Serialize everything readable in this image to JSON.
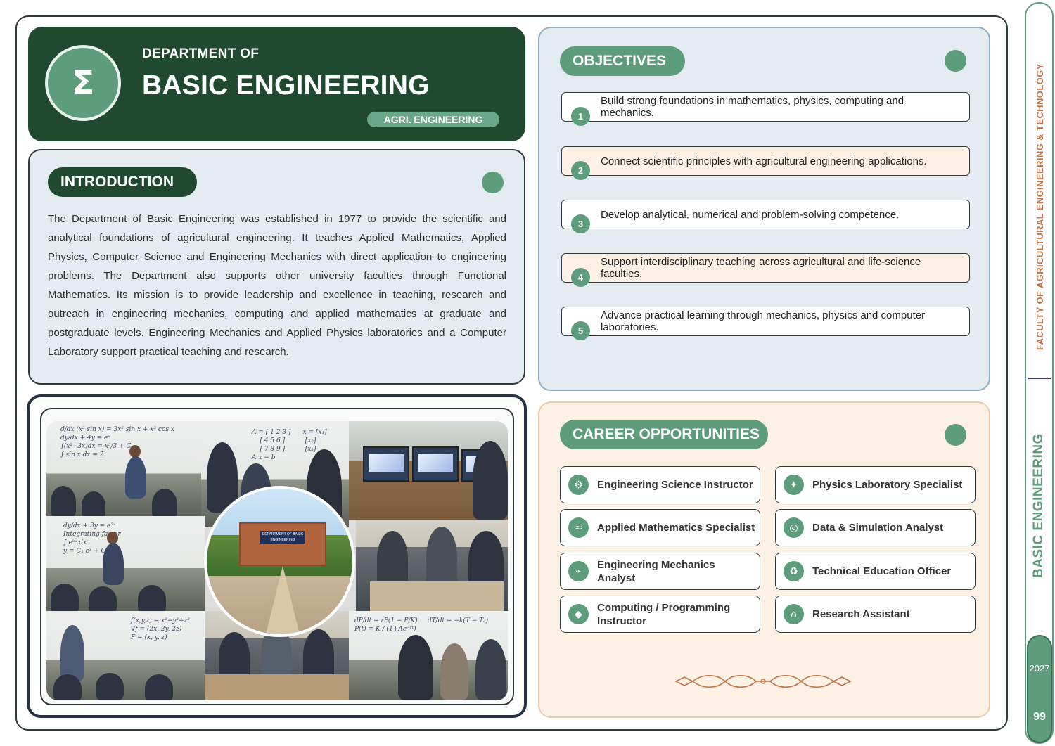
{
  "header": {
    "logo_symbol": "Σ",
    "dept_of": "DEPARTMENT OF",
    "dept_name": "BASIC ENGINEERING",
    "tag": "AGRI. ENGINEERING"
  },
  "introduction": {
    "title": "INTRODUCTION",
    "text": "The Department of Basic Engineering was established in 1977 to provide the scientific and analytical foundations of agricultural engineering. It teaches Applied Mathematics, Applied Physics, Computer Science and Engineering Mechanics with direct application to engineering problems. The Department also supports other university faculties through Functional Mathematics. Its mission is to provide leadership and excellence in teaching, research and outreach in engineering mechanics, computing and applied mathematics at graduate and postgraduate levels. Engineering Mechanics and Applied Physics laboratories and a Computer Laboratory support practical teaching and research."
  },
  "photo": {
    "building_sign": "DEPARTMENT OF BASIC ENGINEERING"
  },
  "objectives": {
    "title": "OBJECTIVES",
    "items": [
      {
        "num": "1",
        "text": "Build strong foundations in mathematics, physics, computing and mechanics."
      },
      {
        "num": "2",
        "text": "Connect scientific principles with agricultural engineering applications."
      },
      {
        "num": "3",
        "text": "Develop analytical, numerical and problem-solving competence."
      },
      {
        "num": "4",
        "text": "Support interdisciplinary teaching across agricultural and life-science faculties."
      },
      {
        "num": "5",
        "text": "Advance practical learning through mechanics, physics and computer laboratories."
      }
    ]
  },
  "careers": {
    "title": "CAREER OPPORTUNITIES",
    "items": [
      {
        "label": "Engineering Science Instructor",
        "icon": "gear-icon",
        "glyph": "⚙"
      },
      {
        "label": "Physics Laboratory Specialist",
        "icon": "atom-icon",
        "glyph": "✦"
      },
      {
        "label": "Applied Mathematics Specialist",
        "icon": "wave-icon",
        "glyph": "≈"
      },
      {
        "label": "Data & Simulation Analyst",
        "icon": "target-icon",
        "glyph": "◎"
      },
      {
        "label": "Engineering Mechanics Analyst",
        "icon": "wrench-icon",
        "glyph": "⌁"
      },
      {
        "label": "Technical Education Officer",
        "icon": "recycle-icon",
        "glyph": "♻"
      },
      {
        "label": "Computing / Programming Instructor",
        "icon": "diamond-icon",
        "glyph": "◆"
      },
      {
        "label": "Research Assistant",
        "icon": "home-icon",
        "glyph": "⌂"
      }
    ]
  },
  "side": {
    "faculty": "FACULTY OF AGRICULTURAL  ENGINEERING & TECHNOLOGY",
    "dept": "BASIC ENGINEERING",
    "year": "2027",
    "page": "99"
  },
  "colors": {
    "dark_green": "#1f4a30",
    "accent_green": "#5d9d7b",
    "peach": "#fdf0e4",
    "light_blue": "#e4ebf1",
    "copper": "#c1744a"
  }
}
